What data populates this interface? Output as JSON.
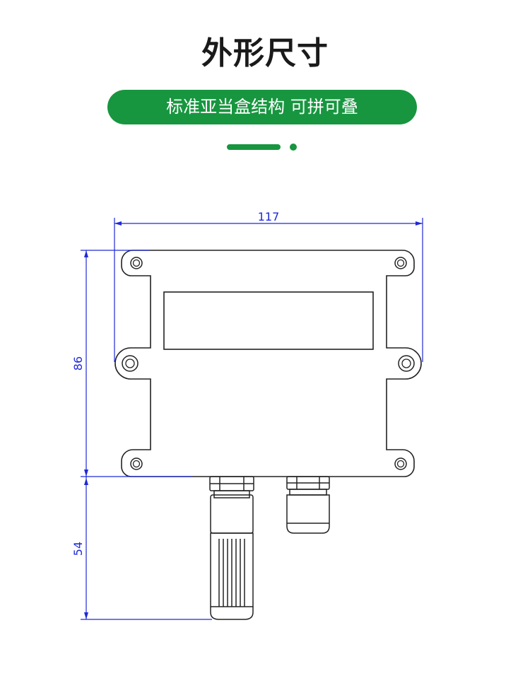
{
  "page_title": "外形尺寸",
  "subtitle_pill": "标准亚当盒结构  可拼可叠",
  "dimensions": {
    "width": "117",
    "height_body": "86",
    "height_probe": "54"
  },
  "colors": {
    "accent_green": "#17963f",
    "dimension_blue": "#1f2ad6",
    "outline": "#222222"
  }
}
